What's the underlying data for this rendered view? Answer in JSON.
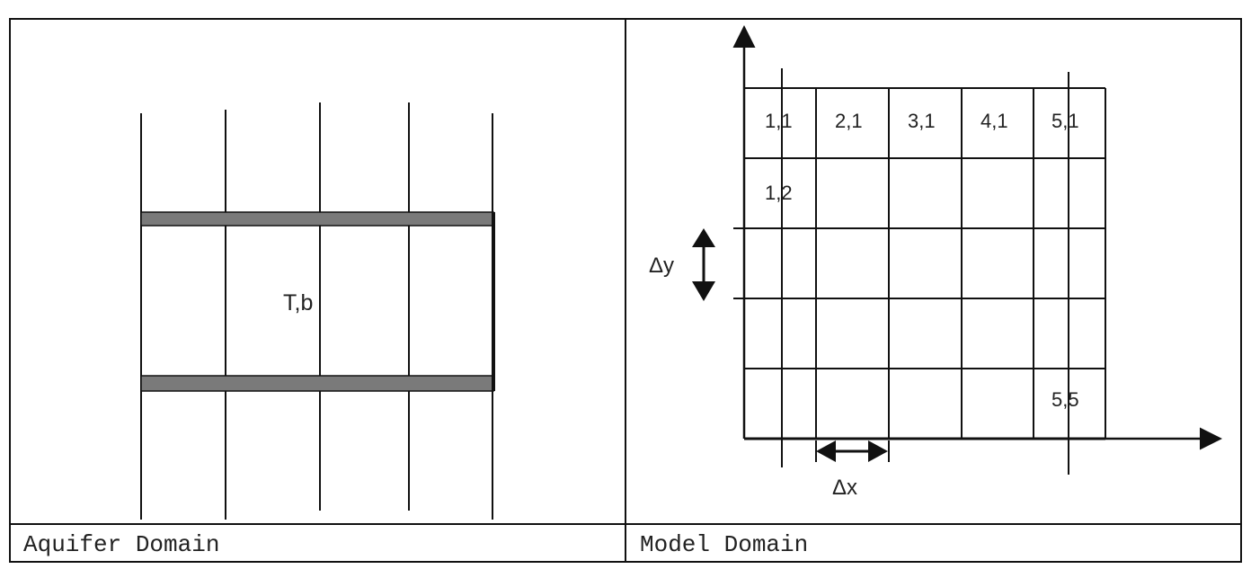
{
  "captions": {
    "left": "Aquifer Domain",
    "right": "Model Domain"
  },
  "aquifer": {
    "label": "T,b"
  },
  "model": {
    "cell_labels": {
      "c11": "1,1",
      "c21": "2,1",
      "c31": "3,1",
      "c41": "4,1",
      "c51": "5,1",
      "c12": "1,2",
      "c55": "5,5"
    },
    "dy_label": "Δy",
    "dx_label": "Δx"
  },
  "colors": {
    "line": "#111111",
    "band": "#7a7a7a"
  }
}
